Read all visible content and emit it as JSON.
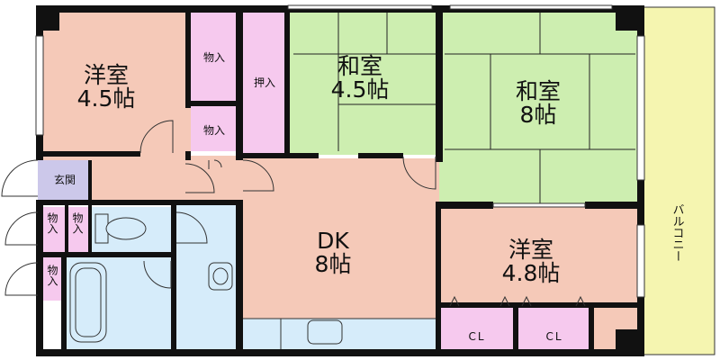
{
  "floorplan": {
    "rooms": {
      "western_room_1": {
        "name": "洋室",
        "size": "4.5帖"
      },
      "japanese_room_1": {
        "name": "和室",
        "size": "4.5帖"
      },
      "japanese_room_2": {
        "name": "和室",
        "size": "8帖"
      },
      "dining_kitchen": {
        "name": "DK",
        "size": "8帖"
      },
      "western_room_2": {
        "name": "洋室",
        "size": "4.8帖"
      }
    },
    "closets": {
      "storage_top": "物入",
      "storage_mid": "物入",
      "oshiire": "押入",
      "storage_left_a": "物入",
      "storage_left_b": "物入",
      "storage_left_c": "物入",
      "cl_left": "CL",
      "cl_right": "CL"
    },
    "entrance": "玄関",
    "balcony": "バルコニー",
    "colors": {
      "western": "#f5c9b8",
      "japanese": "#cdeeb0",
      "storage": "#f6c9ee",
      "entrance": "#ccc8ea",
      "wet": "#d6ecfa",
      "balcony": "#f5f5b0",
      "wall": "#111111"
    }
  }
}
